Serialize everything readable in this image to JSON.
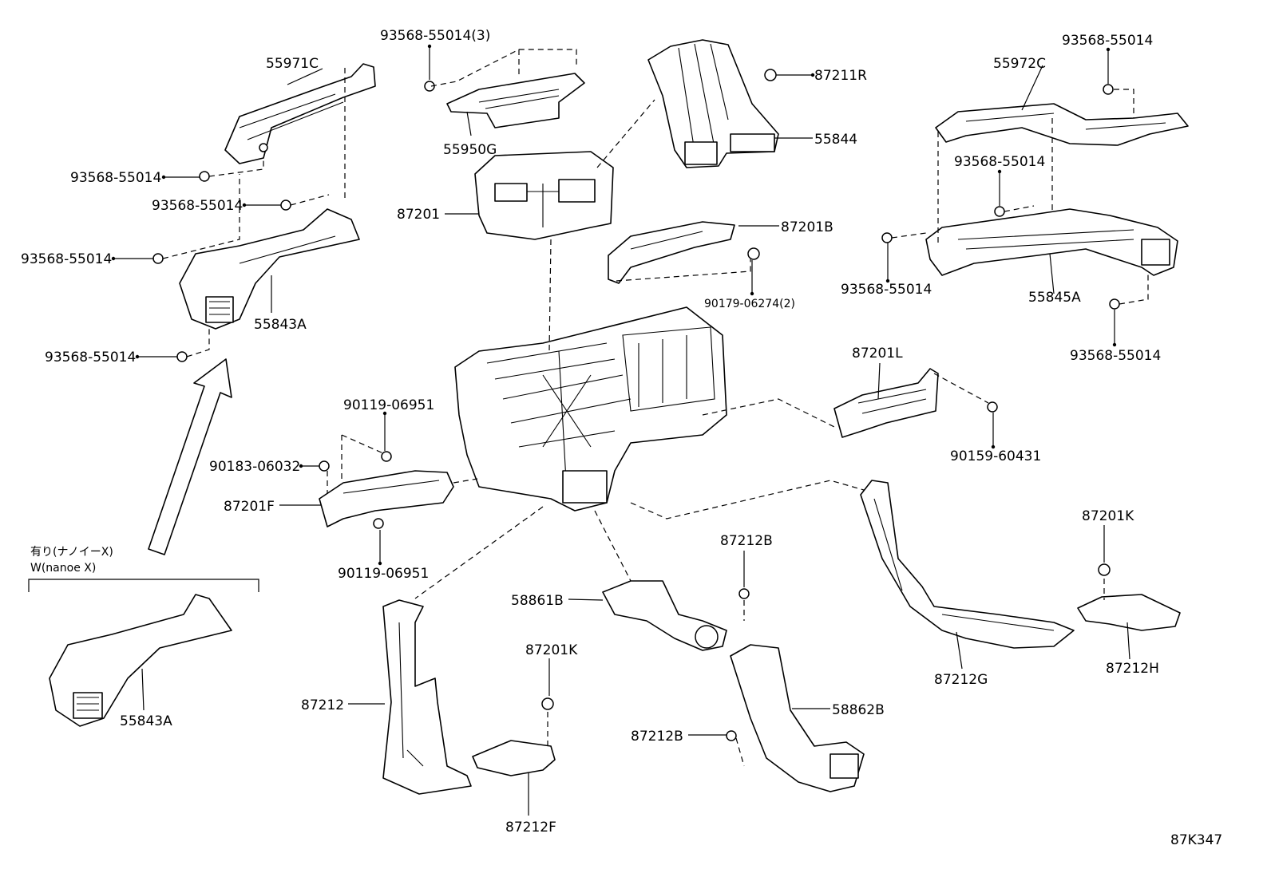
{
  "diagram": {
    "footer_code": "87K347",
    "variant_note_jp": "有り(ナノイーX)",
    "variant_note_en": "W(nanoe X)",
    "labels": {
      "p55971C": "55971C",
      "p93568_3": "93568-55014(3)",
      "p55950G": "55950G",
      "p87211R": "87211R",
      "p55844": "55844",
      "p55972C": "55972C",
      "p93568_tr": "93568-55014",
      "p93568_l1": "93568-55014",
      "p93568_l2": "93568-55014",
      "p93568_l3": "93568-55014",
      "p93568_l4": "93568-55014",
      "p55843A_top": "55843A",
      "p87201": "87201",
      "p87201B": "87201B",
      "p90179": "90179-06274(2)",
      "p93568_r1": "93568-55014",
      "p93568_r2": "93568-55014",
      "p55845A": "55845A",
      "p93568_r3": "93568-55014",
      "p87201L": "87201L",
      "p90159": "90159-60431",
      "p90119_a": "90119-06951",
      "p90183": "90183-06032",
      "p87201F": "87201F",
      "p90119_b": "90119-06951",
      "p87212B_a": "87212B",
      "p58861B": "58861B",
      "p87201K_a": "87201K",
      "p87201K_b": "87201K",
      "p87212": "87212",
      "p58862B": "58862B",
      "p87212B_b": "87212B",
      "p87212G": "87212G",
      "p87212H": "87212H",
      "p87212F": "87212F",
      "p55843A_bot": "55843A"
    }
  }
}
